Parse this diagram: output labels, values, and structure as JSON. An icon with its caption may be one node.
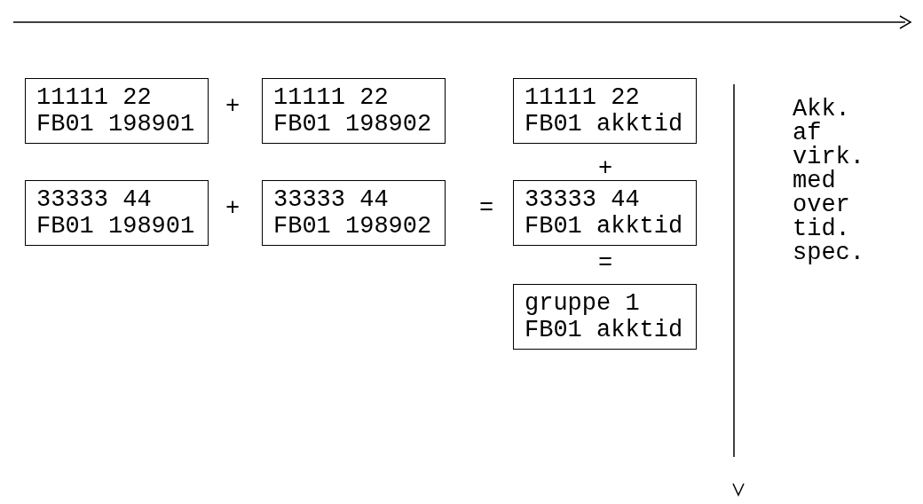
{
  "diagram": {
    "nodes": [
      {
        "text": [
          "11111 22 FB01 198901"
        ]
      },
      {
        "text": [
          "11111 22 FB01 198902"
        ]
      },
      {
        "text": [
          "11111 22 FB01 akktid"
        ]
      },
      {
        "text": [
          "33333 44 FB01 198901"
        ]
      },
      {
        "text": [
          "33333 44 FB01 198902"
        ]
      },
      {
        "text": [
          "33333 44 FB01 akktid"
        ]
      },
      {
        "text": [
          "gruppe 1 FB01 akktid"
        ]
      }
    ],
    "edges": [],
    "labels": [
      "+",
      "+",
      "Akk. af virk. med over tid. spec.",
      "+",
      "=",
      "="
    ]
  }
}
